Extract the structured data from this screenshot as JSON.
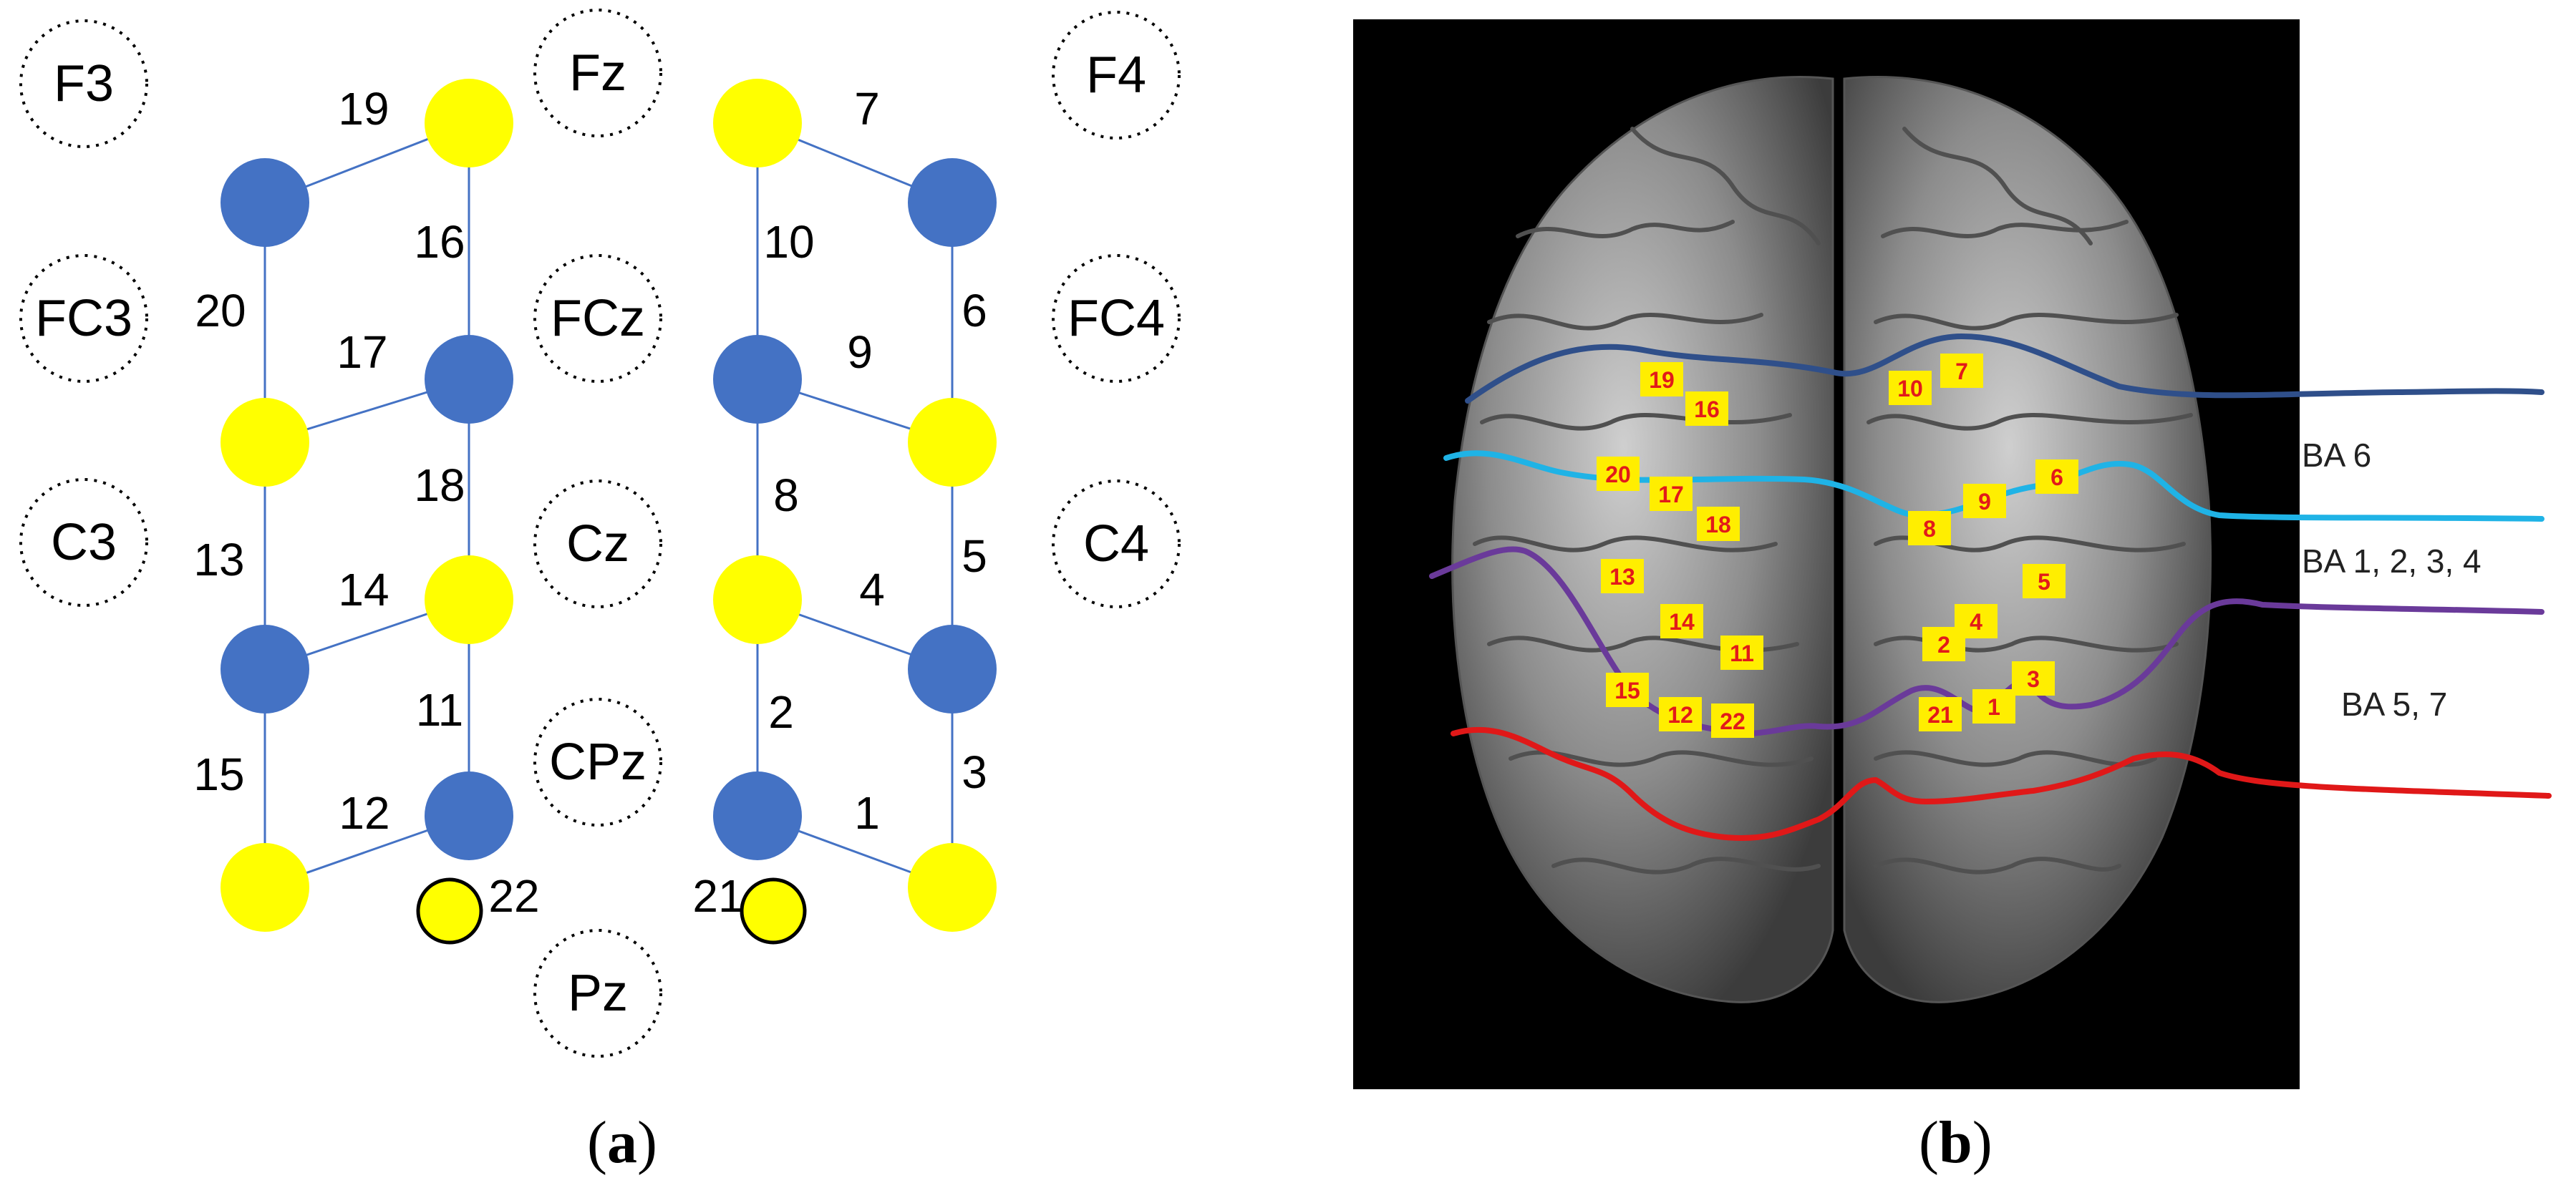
{
  "panel_a": {
    "caption_open": "(",
    "caption_letter": "a",
    "caption_close": ")",
    "reference_electrodes": [
      "F3",
      "Fz",
      "F4",
      "FC3",
      "FCz",
      "FC4",
      "C3",
      "Cz",
      "C4",
      "CPz",
      "Pz"
    ],
    "channel_numbers": [
      "1",
      "2",
      "3",
      "4",
      "5",
      "6",
      "7",
      "8",
      "9",
      "10",
      "11",
      "12",
      "13",
      "14",
      "15",
      "16",
      "17",
      "18",
      "19",
      "20",
      "21",
      "22"
    ],
    "colors": {
      "source": "#4472c4",
      "detector": "#ffff00",
      "link": "#4472c4",
      "reference": "#000000"
    }
  },
  "panel_b": {
    "caption_open": "(",
    "caption_letter": "b",
    "caption_close": ")",
    "channel_markers": [
      "1",
      "2",
      "3",
      "4",
      "5",
      "6",
      "7",
      "8",
      "9",
      "10",
      "11",
      "12",
      "13",
      "14",
      "15",
      "16",
      "17",
      "18",
      "19",
      "20",
      "21",
      "22"
    ],
    "region_labels": [
      "BA 6",
      "BA 1, 2, 3, 4",
      "BA 5, 7"
    ],
    "line_colors": {
      "ba6_upper": "#2f4f8a",
      "ba6_lower": "#1fb3e6",
      "ba1234": "#6a3a9a",
      "ba57": "#e01818"
    }
  }
}
